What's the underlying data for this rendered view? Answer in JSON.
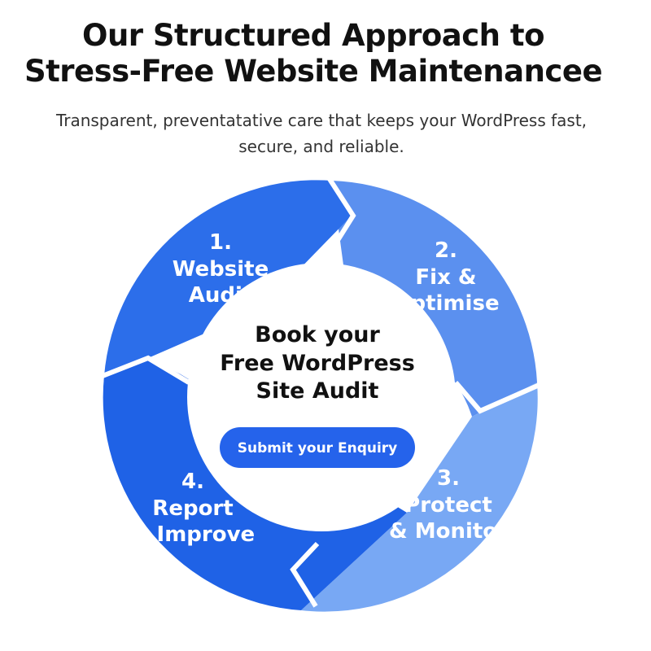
{
  "header": {
    "title_line1": "Our Structured Approach to",
    "title_line2": "Stress-Free Website Maintenancee",
    "subtitle_line1": "Transparent, preventatative care that keeps your WordPress fast,",
    "subtitle_line2": "secure, and reliable."
  },
  "cycle": {
    "colors": {
      "step1": "#2c6eea",
      "step2": "#5b90ef",
      "step3": "#78a8f4",
      "step4": "#1f62e6"
    },
    "steps": [
      {
        "number": "1.",
        "line1": "Website",
        "line2": "Audit"
      },
      {
        "number": "2.",
        "line1": "Fix &",
        "line2": "Optimise"
      },
      {
        "number": "3.",
        "line1": "Protect",
        "line2": "& Monitor"
      },
      {
        "number": "4.",
        "line1": "Report",
        "line2": "& Improve"
      }
    ]
  },
  "center": {
    "heading_line1": "Book your",
    "heading_line2": "Free WordPress",
    "heading_line3": "Site Audit",
    "button_label": "Submit your Enquiry"
  }
}
